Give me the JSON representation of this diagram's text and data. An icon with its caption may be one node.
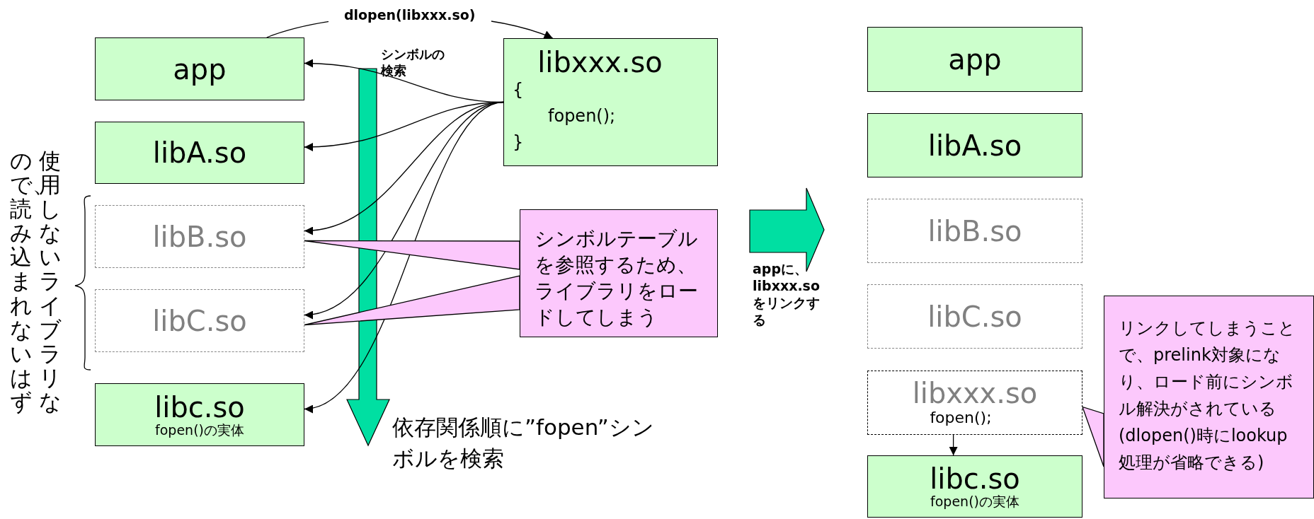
{
  "diagram": {
    "nodes": [
      {
        "text": [
          "app"
        ]
      },
      {
        "text": [
          "libA.so"
        ]
      },
      {
        "text": [
          "libB.so"
        ]
      },
      {
        "text": [
          "libC.so"
        ]
      },
      {
        "text": [
          "libc.so",
          "fopen()の実体"
        ]
      },
      {
        "text": [
          "libxxx.so",
          "{",
          "fopen();",
          "}"
        ]
      },
      {
        "text": [
          "シンボルテーブルを参照するため、ライブラリをロードしてしまう"
        ]
      },
      {
        "text": [
          "app"
        ]
      },
      {
        "text": [
          "libA.so"
        ]
      },
      {
        "text": [
          "libB.so"
        ]
      },
      {
        "text": [
          "libC.so"
        ]
      },
      {
        "text": [
          "libxxx.so",
          "fopen();"
        ]
      },
      {
        "text": [
          "libc.so",
          "fopen()の実体"
        ]
      },
      {
        "text": [
          "リンクしてしまうことで、prelink対象になり、ロード前にシンボル解決がされている(dlopen()時にlookup処理が省略できる)"
        ]
      }
    ],
    "edges": [
      {
        "from": 0,
        "to": 5,
        "arrow": "to",
        "label": "dlopen(libxxx.so)"
      },
      {
        "from": 5,
        "to": 0,
        "arrow": "to"
      },
      {
        "from": 5,
        "to": 1,
        "arrow": "to"
      },
      {
        "from": 5,
        "to": 2,
        "arrow": "to"
      },
      {
        "from": 5,
        "to": 3,
        "arrow": "to"
      },
      {
        "from": 5,
        "to": 4,
        "arrow": "to"
      },
      {
        "from": 6,
        "to": 2,
        "arrow": "none"
      },
      {
        "from": 6,
        "to": 3,
        "arrow": "none"
      },
      {
        "from": 13,
        "to": 11,
        "arrow": "none"
      },
      {
        "from": 11,
        "to": 12,
        "arrow": "to"
      }
    ],
    "labels": [
      "シンボルの検索",
      "使用しないライブラリなので、読み込まれないはず",
      "依存関係順に”fopen”シンボルを検索",
      "appに、libxxx.soをリンクする"
    ]
  }
}
